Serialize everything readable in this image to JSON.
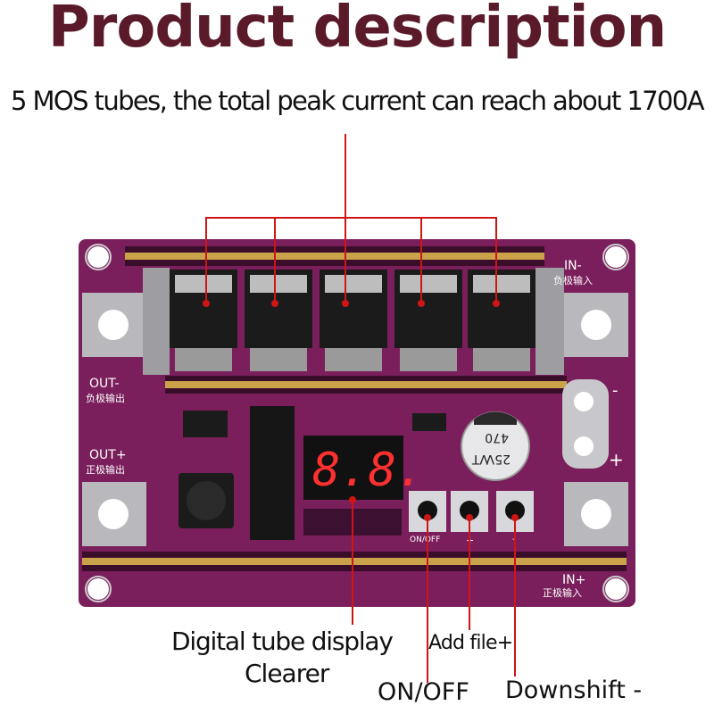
{
  "header": {
    "title": "Product description",
    "subtitle": "5 MOS tubes, the total peak current can reach about 1700A"
  },
  "board": {
    "in_minus": "IN-",
    "in_minus_cn": "负极输入",
    "in_plus": "IN+",
    "in_plus_cn": "正极输入",
    "out_minus": "OUT-",
    "out_minus_cn": "负极输出",
    "out_plus": "OUT+",
    "out_plus_cn": "正极输出",
    "display_digits": "8.8.",
    "capacitor_value": "470",
    "capacitor_voltage": "25V",
    "capacitor_brand": "VT",
    "onoff_silk": "ON/OFF",
    "plus_silk": "+",
    "minus_silk": "-",
    "connector_minus": "-",
    "connector_plus": "+"
  },
  "callouts": {
    "display": "Digital tube display",
    "clearer": "Clearer",
    "add_file": "Add file+",
    "onoff": "ON/OFF",
    "downshift": "Downshift -"
  },
  "colors": {
    "board": "#7a1f5c",
    "callout_line": "#d01515",
    "title": "#5a1a2a"
  }
}
